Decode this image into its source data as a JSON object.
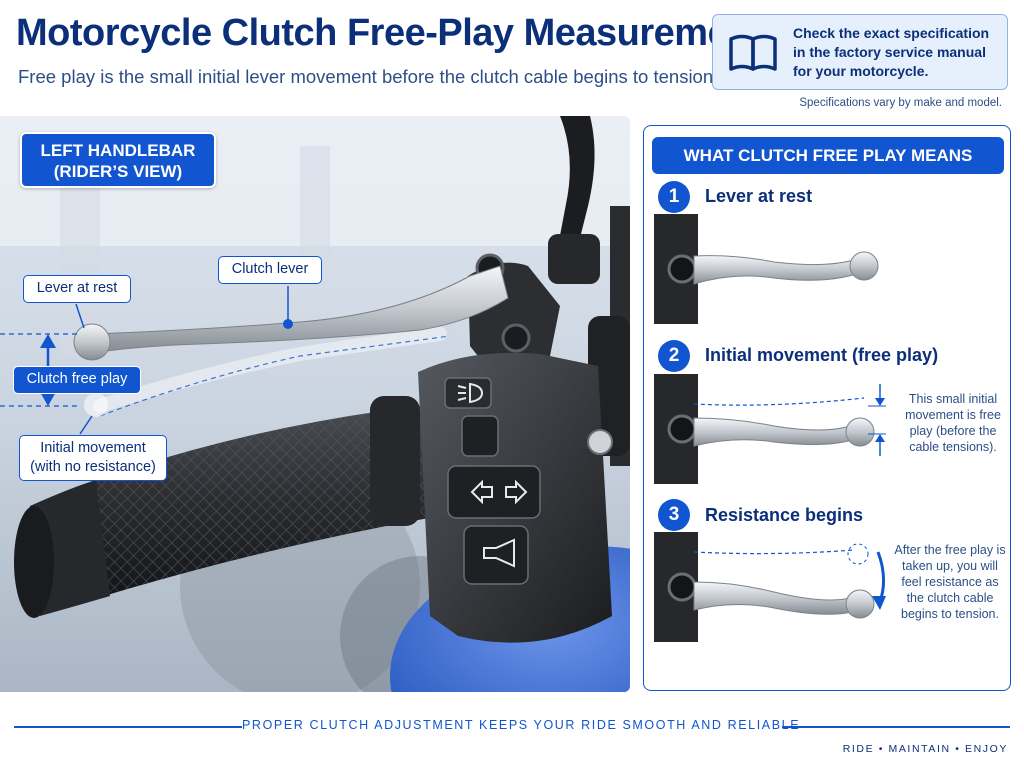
{
  "header": {
    "title": "Motorcycle Clutch Free-Play Measurement",
    "subtitle": "Free play is the small initial lever movement before the clutch cable begins to tension."
  },
  "note": {
    "icon": "book-icon",
    "text": "Check the exact specification in the factory service manual for your motorcycle.",
    "small": "Specifications vary by make and model."
  },
  "illustration": {
    "panel_title_line1": "LEFT HANDLEBAR",
    "panel_title_line2": "(RIDER’S VIEW)",
    "callouts": {
      "clutch_lever": "Clutch lever",
      "lever_at_rest": "Lever at rest",
      "clutch_free_play": "Clutch free play",
      "initial_movement_line1": "Initial movement",
      "initial_movement_line2": "(with no resistance)"
    },
    "switch_icons": [
      "headlight-icon",
      "arrow-left-icon",
      "arrow-right-icon",
      "horn-icon"
    ]
  },
  "explainer": {
    "header": "WHAT CLUTCH FREE PLAY MEANS",
    "steps": [
      {
        "num": "1",
        "title": "Lever at rest",
        "note": ""
      },
      {
        "num": "2",
        "title": "Initial movement (free play)",
        "note": "This small initial movement is free play (before the cable tensions)."
      },
      {
        "num": "3",
        "title": "Resistance begins",
        "note": "After the free play is taken up, you will feel resistance as the clutch cable begins to tension."
      }
    ]
  },
  "footer": {
    "tagline": "PROPER CLUTCH ADJUSTMENT KEEPS YOUR RIDE SMOOTH AND RELIABLE",
    "small": "RIDE  •  MAINTAIN  •  ENJOY"
  },
  "colors": {
    "accent": "#1156d0",
    "title": "#0c2f7a",
    "tank_blue": "#2f5fc4"
  }
}
